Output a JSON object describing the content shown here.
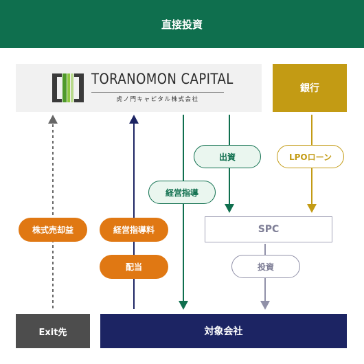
{
  "header": {
    "title": "直接投資"
  },
  "logo": {
    "name": "TORANOMON CAPITAL",
    "sub": "虎ノ門キャピタル株式会社"
  },
  "bank": {
    "label": "銀行"
  },
  "labels": {
    "shutsushi": "出資",
    "lpo_loan": "LPOローン",
    "keiei_shido": "経営指導",
    "kabushiki_baikyaku": "株式売却益",
    "keiei_shido_ryo": "経営指導料",
    "haito": "配当",
    "toushi": "投資"
  },
  "spc": {
    "label": "SPC"
  },
  "exit": {
    "label": "Exit先"
  },
  "target": {
    "label": "対象会社"
  },
  "colors": {
    "header": "#0f6f4e",
    "bank": "#c39b14",
    "orange": "#e07813",
    "navy": "#1c2463",
    "exit": "#4d4d4d",
    "gray": "#9090a8"
  }
}
